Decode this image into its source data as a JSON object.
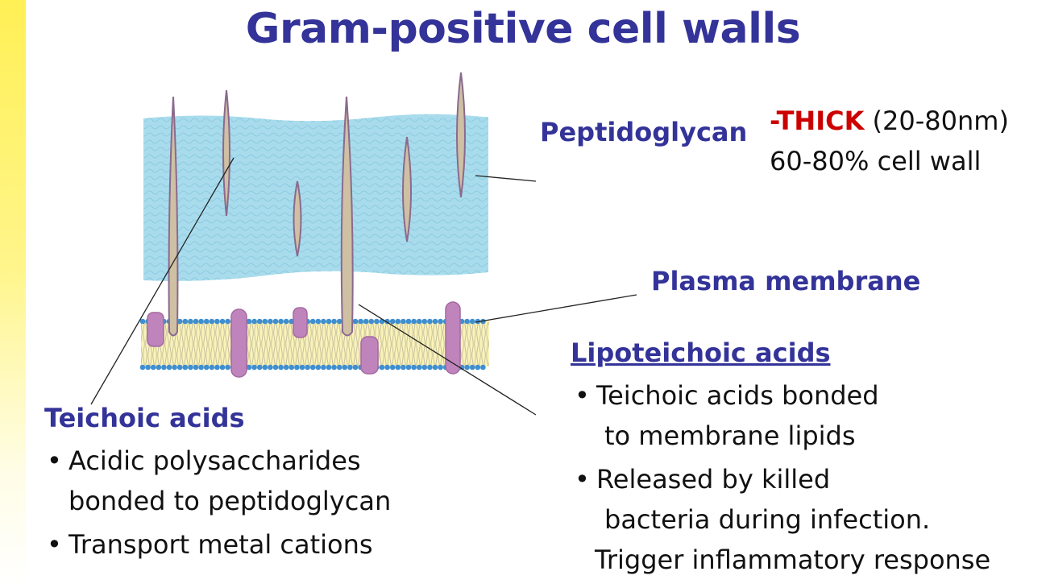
{
  "title": "Gram-positive cell walls",
  "peptidoglycan": {
    "label": "Peptidoglycan",
    "thick": "-THICK",
    "thick_range": " (20-80nm)",
    "percent": "60-80% cell wall"
  },
  "plasma_membrane": {
    "label": "Plasma membrane"
  },
  "lipoteichoic": {
    "label": "Lipoteichoic acids",
    "bullets": [
      {
        "line1": "Teichoic acids bonded",
        "line2": "to membrane lipids"
      },
      {
        "line1": "Released by killed",
        "line2": "bacteria during infection.",
        "line3": "Trigger inflammatory response"
      }
    ]
  },
  "teichoic": {
    "label": "Teichoic acids",
    "bullets": [
      {
        "line1": "Acidic polysaccharides",
        "line2": "bonded to peptidoglycan"
      },
      {
        "line1": "Transport metal cations"
      }
    ]
  },
  "bullet_char": "•",
  "colors": {
    "heading": "#333399",
    "thick": "#cc0000",
    "peptidoglycan_layer": "#a8dced",
    "membrane_heads": "#3f8fd0",
    "membrane_tails": "#faf3b8",
    "proteins": "#c084bc",
    "teichoic_rods": "#cfc0a4"
  }
}
